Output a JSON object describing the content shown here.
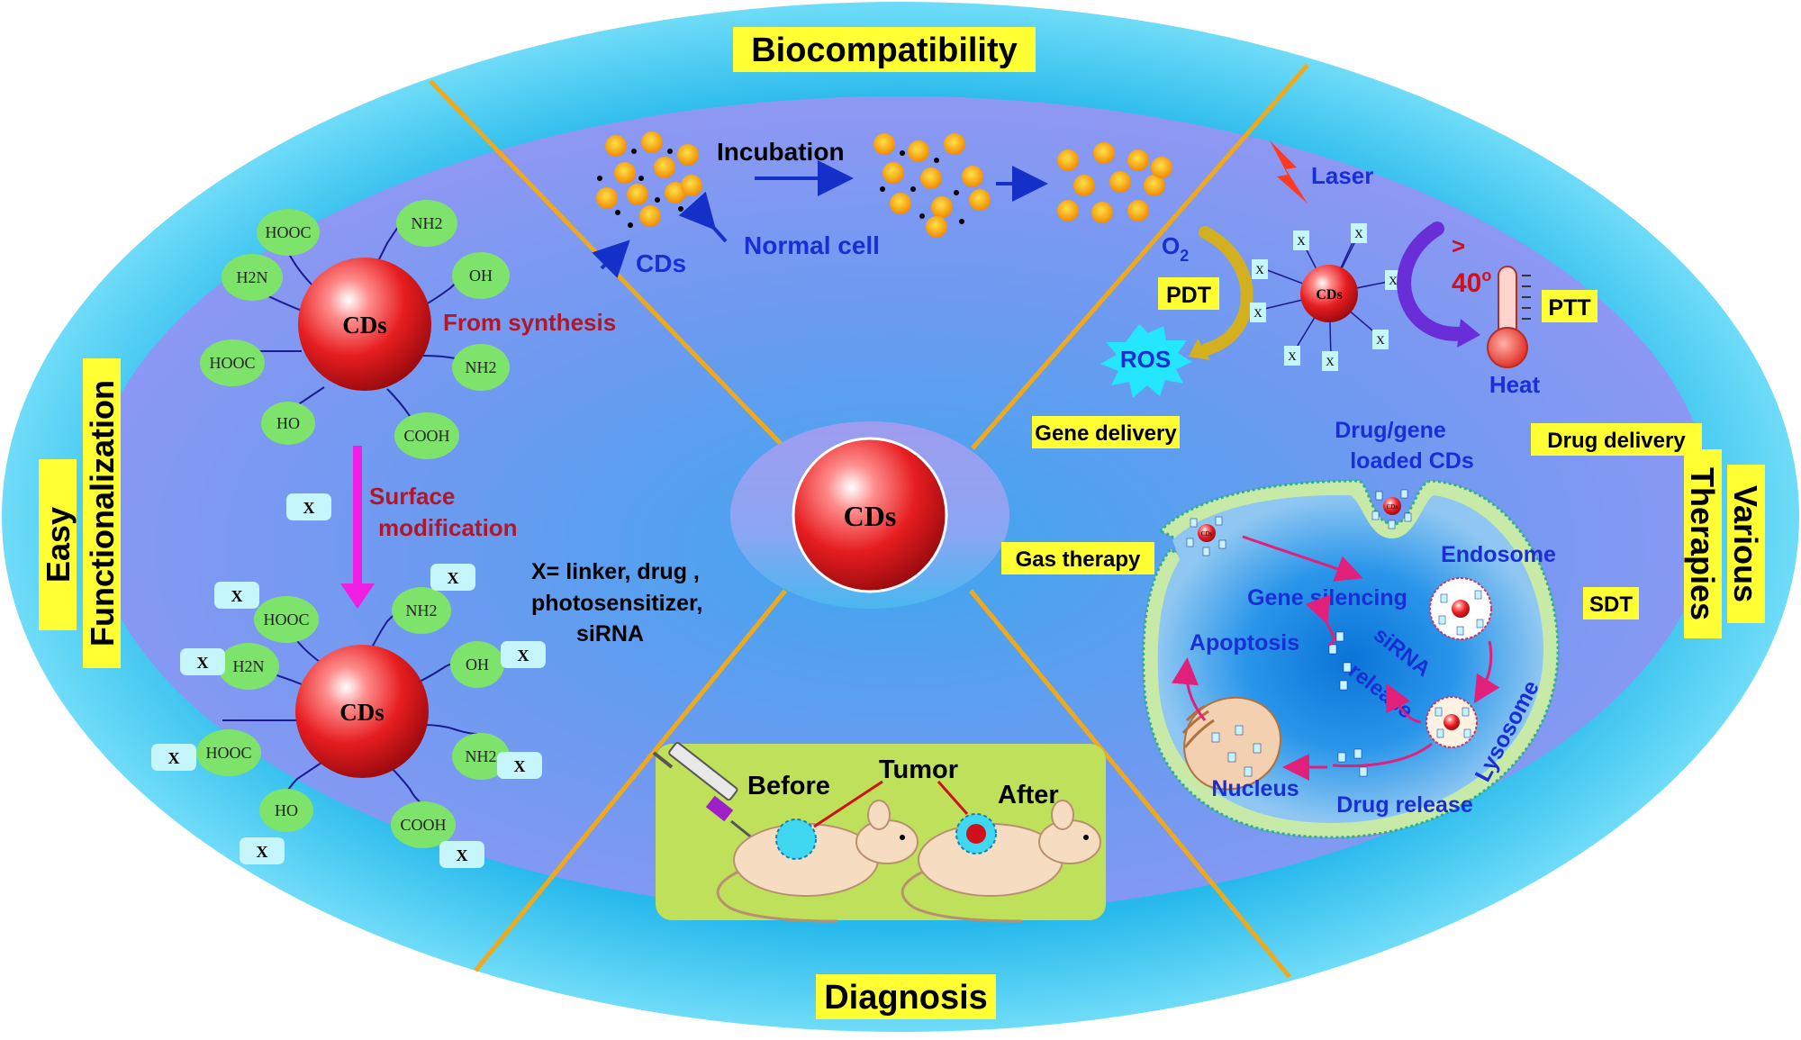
{
  "center": {
    "label": "CDs"
  },
  "sections": {
    "top": "Biocompatibility",
    "bottom": "Diagnosis",
    "left_line1": "Easy",
    "left_line2": "Functionalization",
    "right_line1": "Various",
    "right_line2": "Therapies"
  },
  "functionalization": {
    "cd_label": "CDs",
    "groups_top": [
      "HOOC",
      "NH2",
      "H2N",
      "OH",
      "HOOC",
      "NH2",
      "HO",
      "COOH"
    ],
    "groups_bottom": [
      "HOOC",
      "NH2",
      "H2N",
      "OH",
      "HOOC",
      "NH2",
      "HO",
      "COOH"
    ],
    "from_synthesis": "From synthesis",
    "surface_modification_line1": "Surface",
    "surface_modification_line2": "modification",
    "x_marker": "X",
    "x_def_line1": "X= linker, drug ,",
    "x_def_line2": "photosensitizer,",
    "x_def_line3": "siRNA"
  },
  "biocompatibility": {
    "incubation": "Incubation",
    "cds": "CDs",
    "normal_cell": "Normal  cell"
  },
  "diagnosis": {
    "before": "Before",
    "tumor": "Tumor",
    "after": "After"
  },
  "therapies": {
    "laser": "Laser",
    "o2": "O",
    "o2_sub": "2",
    "pdt": "PDT",
    "ros": "ROS",
    "greater": ">",
    "temp": "40",
    "temp_sup": "o",
    "ptt": "PTT",
    "heat": "Heat",
    "center_cd": "CDs",
    "gene_delivery": "Gene delivery",
    "drug_gene_line1": "Drug/gene",
    "drug_gene_line2": "loaded CDs",
    "drug_delivery": "Drug delivery",
    "gas_therapy": "Gas therapy",
    "endosome": "Endosome",
    "gene_silencing": "Gene silencing",
    "sdt": "SDT",
    "apoptosis": "Apoptosis",
    "sirna": "siRNA",
    "release": "release",
    "lysosome": "Lysosome",
    "nucleus": "Nucleus",
    "drug_release": "Drug release",
    "small_cd": "CDs"
  },
  "colors": {
    "outer_ring": "#29b6ea",
    "inner_disc": "#7f9cf2",
    "divider": "#f0a91a",
    "label_bg": "#ffff33",
    "blue_text": "#1a2ed6",
    "red_text": "#b0182a",
    "sphere": "#e4191c",
    "group_green": "#7ee36a",
    "x_box": "#c4f6fb",
    "mouse_panel": "#bfe05a"
  }
}
